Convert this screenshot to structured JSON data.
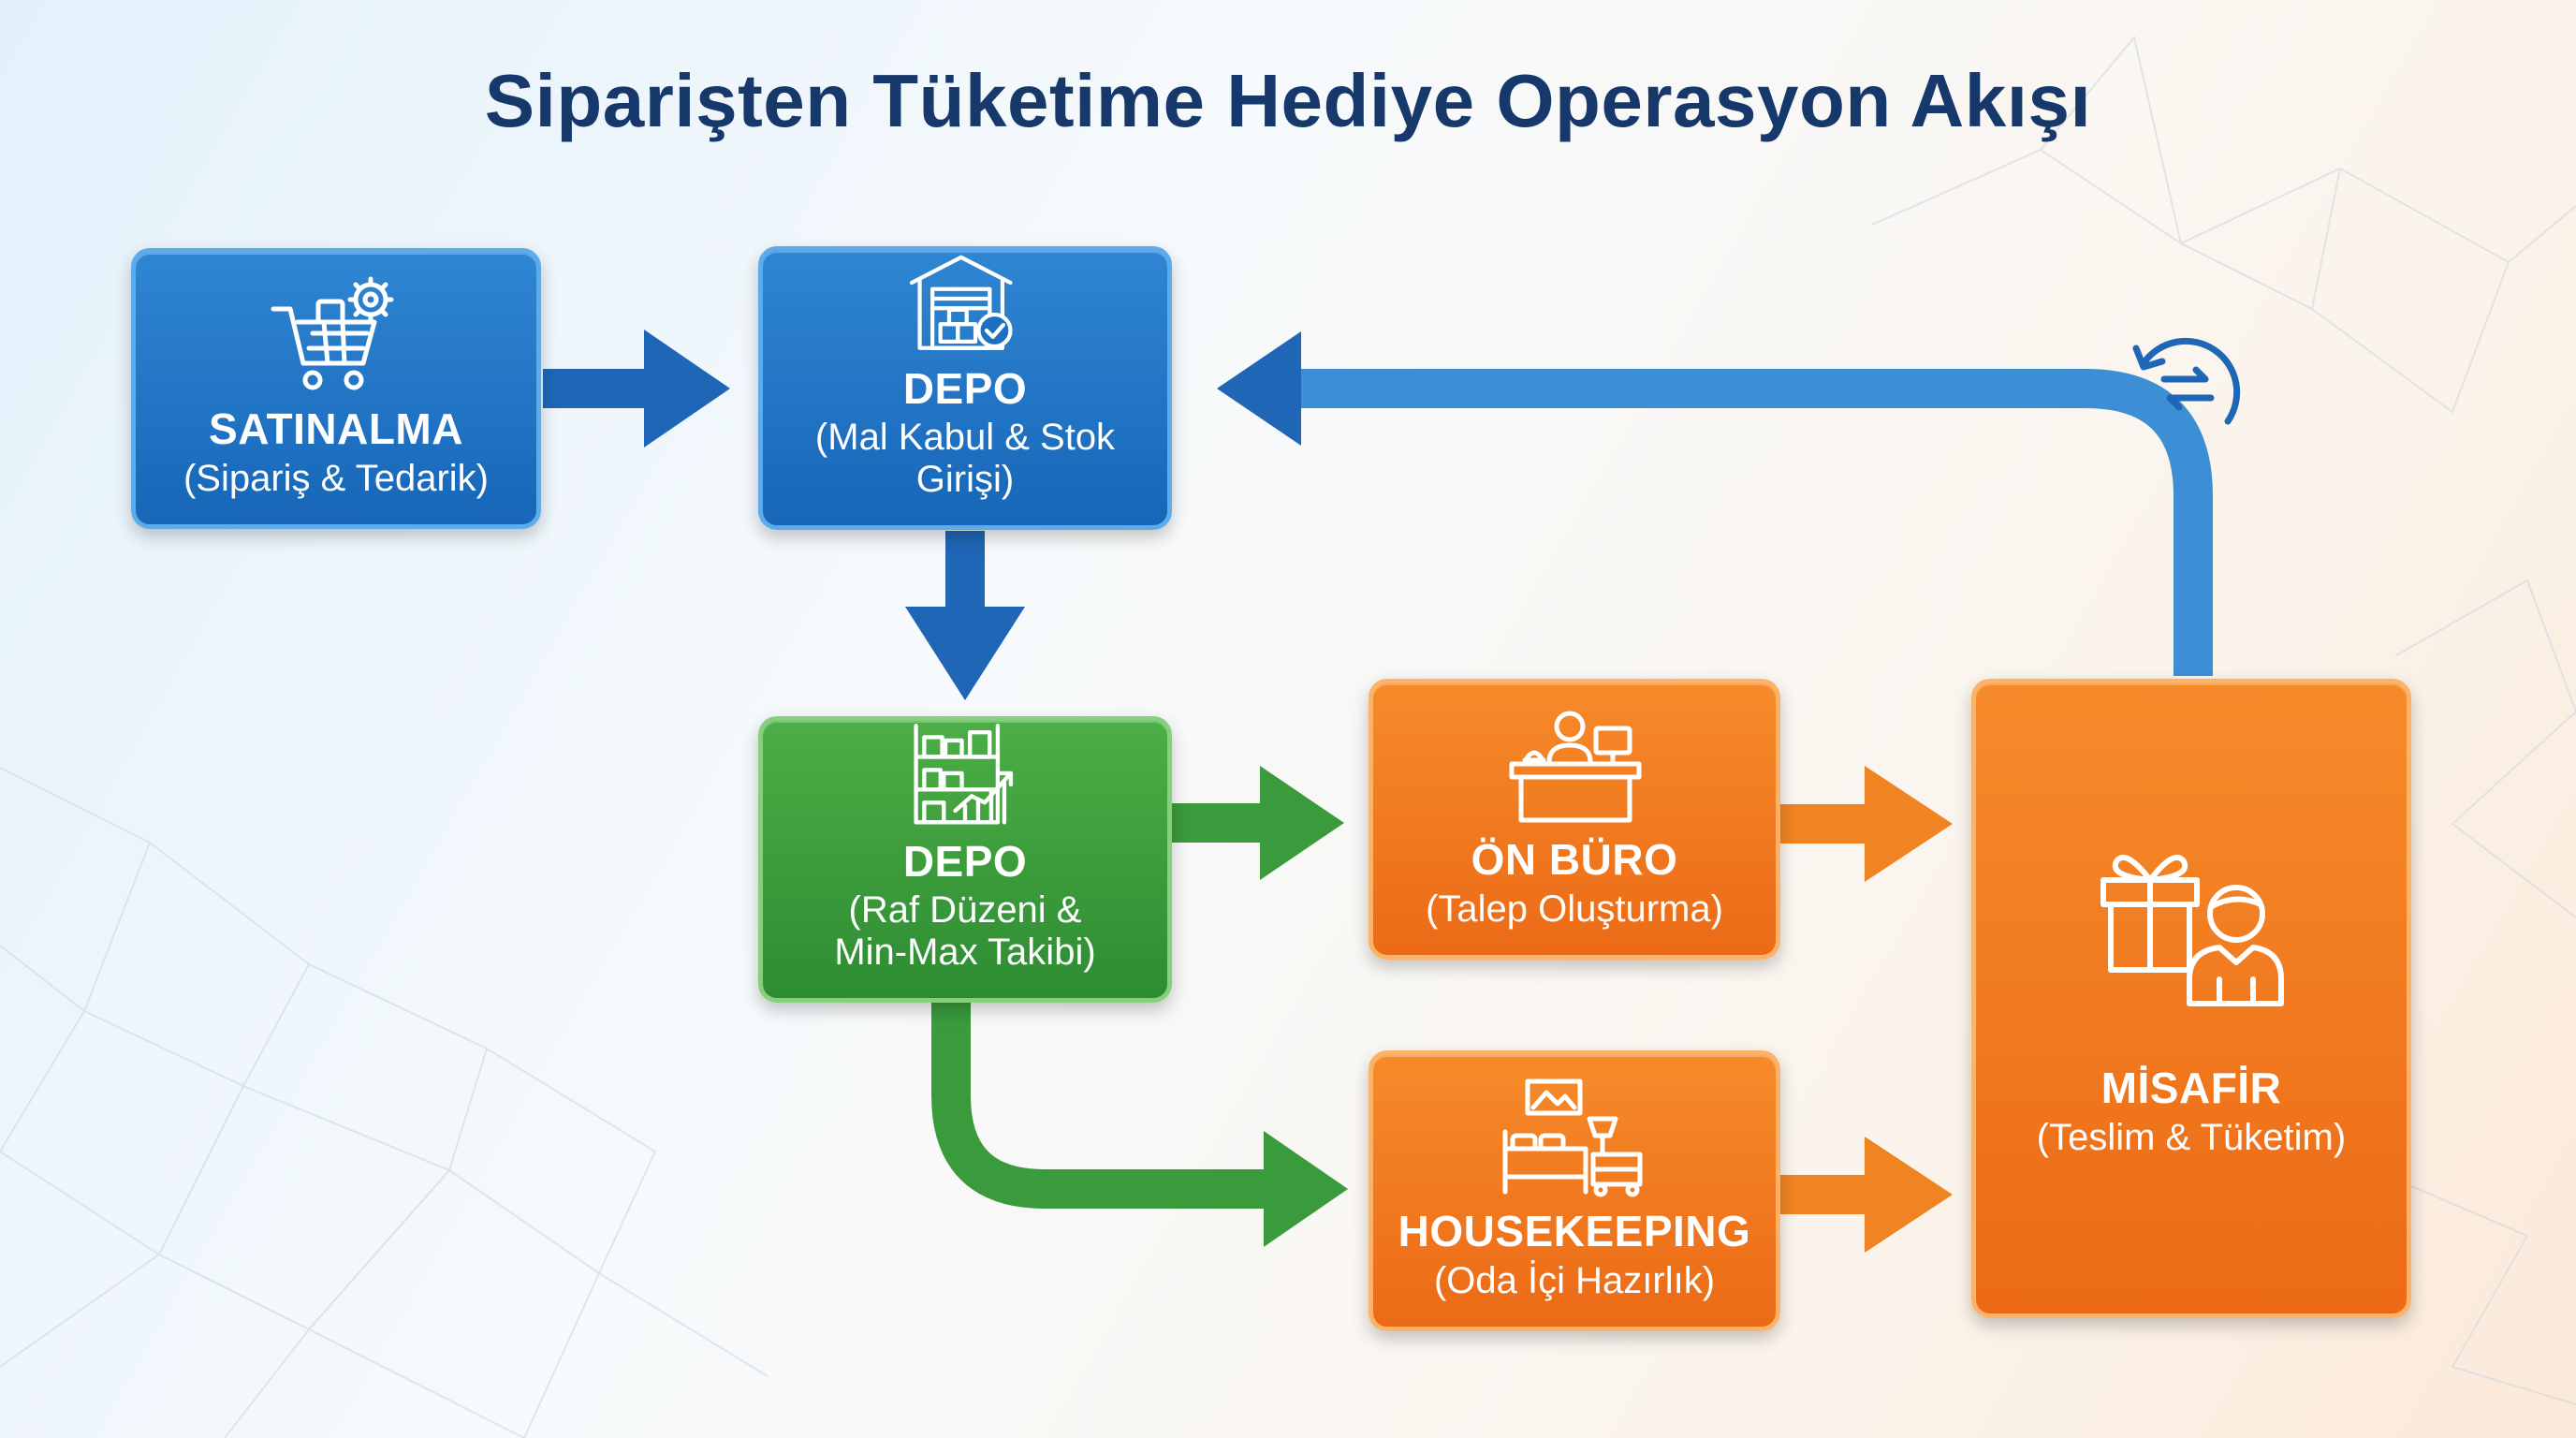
{
  "title": "Siparişten Tüketime Hediye Operasyon Akışı",
  "nodes": {
    "satinalma": {
      "title": "SATINALMA",
      "subtitle": "(Sipariş & Tedarik)"
    },
    "depo_kabul": {
      "title": "DEPO",
      "subtitle": "(Mal Kabul & Stok Girişi)"
    },
    "depo_raf": {
      "title": "DEPO",
      "subtitle_line1": "(Raf Düzeni &",
      "subtitle_line2": "Min-Max Takibi)"
    },
    "on_buro": {
      "title": "ÖN BÜRO",
      "subtitle": "(Talep Oluşturma)"
    },
    "housekeeping": {
      "title": "HOUSEKEEPING",
      "subtitle": "(Oda İçi Hazırlık)"
    },
    "misafir": {
      "title": "MİSAFİR",
      "subtitle": "(Teslim & Tüketim)"
    }
  },
  "icons": {
    "satinalma": "shopping-cart-gear-icon",
    "depo_kabul": "warehouse-check-icon",
    "depo_raf": "shelf-chart-icon",
    "on_buro": "reception-desk-icon",
    "housekeeping": "hotel-room-icon",
    "misafir": "gift-guest-icon",
    "loop": "refresh-cycle-icon"
  },
  "colors": {
    "title": "#16386b",
    "blue": "#1f72c4",
    "green": "#3a9b3c",
    "orange": "#f07a1e"
  }
}
